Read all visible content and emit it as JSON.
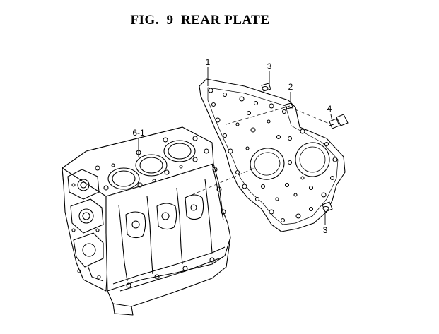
{
  "figure": {
    "title": "FIG.  9  REAR PLATE"
  },
  "callouts": {
    "rear_plate": "1",
    "pin": "2",
    "dowel_top": "3",
    "dowel_bottom": "3",
    "bolt": "4",
    "cylinder_block": "6-1"
  },
  "colors": {
    "line": "#000000",
    "background": "#ffffff"
  }
}
